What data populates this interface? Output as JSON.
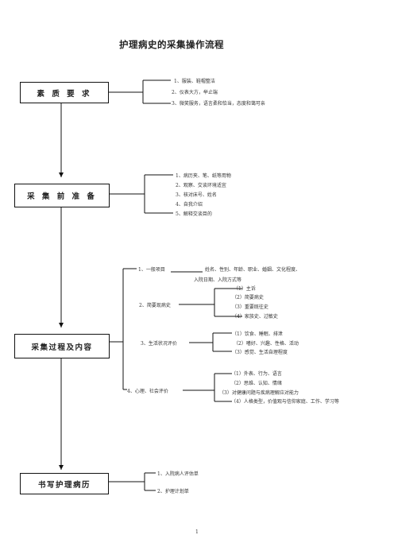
{
  "title": "护理病史的采集操作流程",
  "steps": [
    {
      "label": "素 质 要 求"
    },
    {
      "label": "采 集 前 准 备"
    },
    {
      "label": "采集过程及内容"
    },
    {
      "label": "书写护理病历"
    }
  ],
  "quality": [
    "1、服装、鞋帽整洁",
    "2、仪表大方，举止端",
    "3、微笑服务，语言柔和恰当，态度和蔼可亲"
  ],
  "prep": [
    "1、病历夹、笔、纸等用物",
    "2、观察、交谈环境适宜",
    "3、核对床号、姓名",
    "4、自我介绍",
    "5、解释交谈目的"
  ],
  "process": {
    "general_label": "1、一般项目",
    "general_text1": "姓名、性别、年龄、职业、婚姻、文化程度、",
    "general_text2": "入院日期、入院方式等",
    "history_label": "2、简要现病史",
    "history_items": [
      "（1）主诉",
      "（2）简要病史",
      "（3）重要既往史",
      "（4）家族史、过敏史"
    ],
    "life_label": "3、生活状况评价",
    "life_items": [
      "（1）饮食、睡眠、排泄",
      "（2）嗜好、兴趣、性格、活动",
      "（3）感觉、生活自理程度"
    ],
    "psych_label": "4、心理、社会评价",
    "psych_items": [
      "（1）外表、行为、语言",
      "（2）思维、认知、情绪",
      "（3）对健康问题与疾病理解应对能力",
      "（4）人格类型，价值观与信仰家庭、工作、学习等"
    ]
  },
  "record": [
    "1、入院病人评估单",
    "2、护理计划单"
  ],
  "page_number": "1"
}
